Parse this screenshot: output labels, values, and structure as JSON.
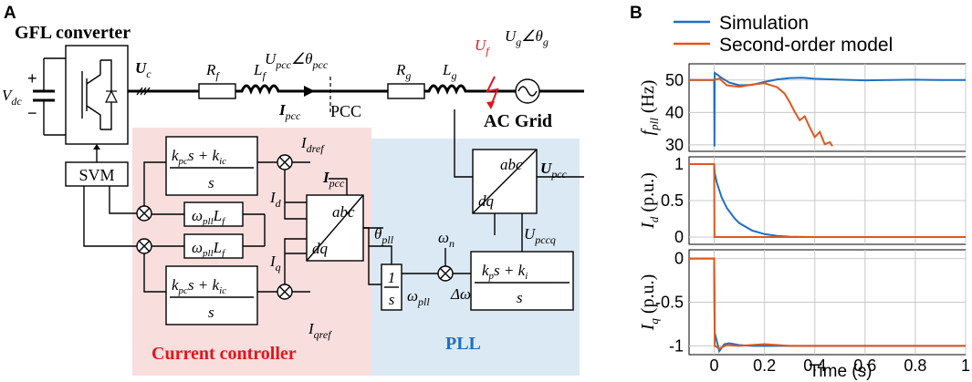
{
  "panel_labels": {
    "a": "A",
    "b": "B"
  },
  "diagram": {
    "converter_title": "GFL converter",
    "vdc": "V",
    "vdc_sub": "dc",
    "plus": "+",
    "minus": "−",
    "uc": "U",
    "uc_sub": "c",
    "rf": "R",
    "rf_sub": "f",
    "lf": "L",
    "lf_sub": "f",
    "upcc_label": "U",
    "upcc_sub": "pcc",
    "angle_theta": "∠θ",
    "theta_pcc_sub": "pcc",
    "ipcc": "I",
    "ipcc_sub": "pcc",
    "pcc": "PCC",
    "rg": "R",
    "rg_sub": "g",
    "lg": "L",
    "lg_sub": "g",
    "uf": "U",
    "uf_sub": "f",
    "ug": "U",
    "ug_sub": "g",
    "theta_g_sub": "g",
    "ac_grid": "AC Grid",
    "svm": "SVM",
    "current_controller_label": "Current controller",
    "pll_label": "PLL",
    "pi_top_num": "k",
    "pi_num_text": "pc",
    "pi_plus": "s + k",
    "pi_ic": "ic",
    "pi_den": "s",
    "idref": "I",
    "idref_sub": "dref",
    "iqref": "I",
    "iqref_sub": "qref",
    "id": "I",
    "id_sub": "d",
    "iq": "I",
    "iq_sub": "q",
    "omega_pll_lf": "ω",
    "omega_pll_sub": "pll",
    "lf_text": "L",
    "lf_text_sub": "f",
    "abc": "abc",
    "dq": "dq",
    "theta_pll": "θ",
    "theta_pll_sub": "pll",
    "omega_n": "ω",
    "omega_n_sub": "n",
    "delta_omega": "Δω",
    "upccq": "U",
    "upccq_sub": "pccq",
    "pll_pi_k": "k",
    "pll_pi_p": "p",
    "pll_pi_plus": "s + k",
    "pll_pi_i": "i",
    "integrator_num": "1",
    "integrator_den": "s"
  },
  "colors": {
    "simulation": "#1f6fc0",
    "model": "#e0571c",
    "cc_bg": "#f9dede",
    "pll_bg": "#dbe9f5",
    "cc_text": "#e0161b",
    "pll_text": "#1f6fc0",
    "fault": "#e0161b"
  },
  "chart_data": {
    "type": "line",
    "legend": [
      "Simulation",
      "Second-order model"
    ],
    "legend_position": "top",
    "xlabel": "Time (s)",
    "xlim": [
      -0.1,
      1.0
    ],
    "x_ticks": [
      "0",
      "0.2",
      "0.4",
      "0.6",
      "0.8",
      "1"
    ],
    "x_tick_values": [
      0,
      0.2,
      0.4,
      0.6,
      0.8,
      1.0
    ],
    "grid": true,
    "subplots": [
      {
        "ylabel": "f",
        "ylabel_sub": "pll",
        "ylabel_unit": " (Hz)",
        "ylim": [
          28,
          55
        ],
        "y_ticks": [
          "50",
          "40",
          "30"
        ],
        "y_tick_values": [
          50,
          40,
          30
        ],
        "series": [
          {
            "name": "Simulation",
            "x": [
              -0.1,
              0.0,
              0.001,
              0.002,
              0.01,
              0.03,
              0.06,
              0.1,
              0.15,
              0.2,
              0.25,
              0.3,
              0.35,
              0.4,
              0.5,
              0.6,
              0.7,
              0.8,
              0.9,
              1.0
            ],
            "y": [
              50,
              50,
              29.5,
              52.2,
              51.8,
              50.6,
              49.2,
              48.4,
              48.5,
              49.4,
              50.2,
              50.6,
              50.7,
              50.4,
              50.1,
              49.9,
              50.0,
              50.1,
              50.0,
              50.0
            ]
          },
          {
            "name": "Second-order model",
            "x": [
              -0.1,
              0.0,
              0.02,
              0.05,
              0.1,
              0.15,
              0.2,
              0.25,
              0.28,
              0.3,
              0.32,
              0.34,
              0.36,
              0.38,
              0.4,
              0.42,
              0.44,
              0.46,
              0.47
            ],
            "y": [
              50,
              50,
              50.5,
              48.4,
              47.9,
              48.6,
              49.0,
              47.8,
              45.8,
              43.2,
              40.2,
              37.6,
              38.8,
              35.4,
              32.4,
              34.0,
              30.2,
              30.8,
              29.6
            ]
          }
        ]
      },
      {
        "ylabel": "I",
        "ylabel_sub": "d",
        "ylabel_unit": " (p.u.)",
        "ylim": [
          -0.1,
          1.1
        ],
        "y_ticks": [
          "1",
          "0.5",
          "0"
        ],
        "y_tick_values": [
          1,
          0.5,
          0
        ],
        "series": [
          {
            "name": "Simulation",
            "x": [
              -0.1,
              0.0,
              0.002,
              0.01,
              0.03,
              0.05,
              0.08,
              0.1,
              0.15,
              0.2,
              0.25,
              0.3,
              0.4,
              0.5,
              0.7,
              1.0
            ],
            "y": [
              1.0,
              1.0,
              0.88,
              0.75,
              0.54,
              0.4,
              0.26,
              0.19,
              0.09,
              0.04,
              0.015,
              0.005,
              0.0,
              0.0,
              0.0,
              0.0
            ]
          },
          {
            "name": "Second-order model",
            "x": [
              -0.1,
              0.0,
              0.001,
              0.1,
              0.5,
              1.0
            ],
            "y": [
              1.0,
              1.0,
              0.0,
              0.0,
              0.0,
              0.0
            ]
          }
        ]
      },
      {
        "ylabel": "I",
        "ylabel_sub": "q",
        "ylabel_unit": " (p.u.)",
        "ylim": [
          -1.1,
          0.1
        ],
        "y_ticks": [
          "0",
          "-0.5",
          "-1"
        ],
        "y_tick_values": [
          0,
          -0.5,
          -1
        ],
        "series": [
          {
            "name": "Simulation",
            "x": [
              -0.1,
              0.0,
              0.002,
              0.02,
              0.04,
              0.06,
              0.1,
              0.15,
              0.2,
              0.3,
              0.5,
              1.0
            ],
            "y": [
              0.0,
              0.0,
              -0.85,
              -1.06,
              -0.98,
              -0.97,
              -0.99,
              -1.0,
              -1.0,
              -1.0,
              -1.0,
              -1.0
            ]
          },
          {
            "name": "Second-order model",
            "x": [
              -0.1,
              0.0,
              0.002,
              0.02,
              0.05,
              0.1,
              0.2,
              0.3,
              0.5,
              1.0
            ],
            "y": [
              0.0,
              0.0,
              -1.0,
              -1.03,
              -0.99,
              -1.0,
              -0.98,
              -1.0,
              -1.0,
              -1.0
            ]
          }
        ]
      }
    ]
  }
}
